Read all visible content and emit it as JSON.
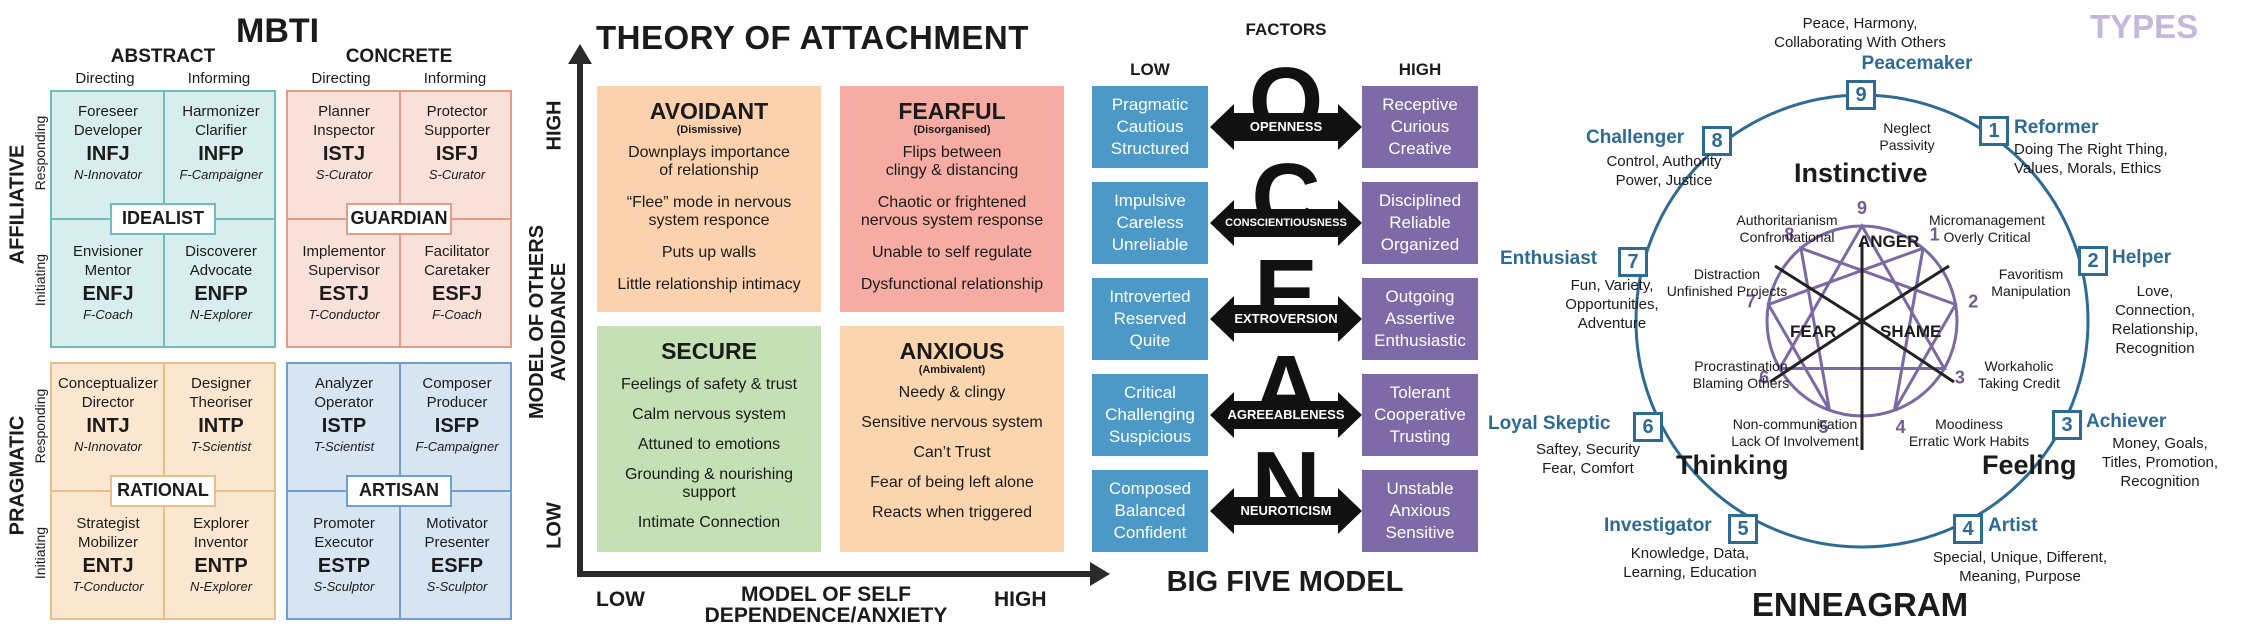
{
  "mbti": {
    "title": "MBTI",
    "abstract": "ABSTRACT",
    "concrete": "CONCRETE",
    "directing": "Directing",
    "informing": "Informing",
    "affiliative": "AFFILIATIVE",
    "pragmatic": "PRAGMATIC",
    "responding": "Responding",
    "initiating": "Initiating",
    "quadrants": [
      {
        "name": "IDEALIST",
        "border": "#6fbcbd",
        "fill": "#d8eeee",
        "cells": [
          {
            "roles": "Foreseer\nDeveloper",
            "type": "INFJ",
            "nick": "N-Innovator"
          },
          {
            "roles": "Harmonizer\nClarifier",
            "type": "INFP",
            "nick": "F-Campaigner"
          },
          {
            "roles": "Envisioner\nMentor",
            "type": "ENFJ",
            "nick": "F-Coach"
          },
          {
            "roles": "Discoverer\nAdvocate",
            "type": "ENFP",
            "nick": "N-Explorer"
          }
        ]
      },
      {
        "name": "GUARDIAN",
        "border": "#e39c88",
        "fill": "#f9e0d8",
        "cells": [
          {
            "roles": "Planner\nInspector",
            "type": "ISTJ",
            "nick": "S-Curator"
          },
          {
            "roles": "Protector\nSupporter",
            "type": "ISFJ",
            "nick": "S-Curator"
          },
          {
            "roles": "Implementor\nSupervisor",
            "type": "ESTJ",
            "nick": "T-Conductor"
          },
          {
            "roles": "Facilitator\nCaretaker",
            "type": "ESFJ",
            "nick": "F-Coach"
          }
        ]
      },
      {
        "name": "RATIONAL",
        "border": "#e8bf8a",
        "fill": "#fbe7cf",
        "cells": [
          {
            "roles": "Conceptualizer\nDirector",
            "type": "INTJ",
            "nick": "N-Innovator"
          },
          {
            "roles": "Designer\nTheoriser",
            "type": "INTP",
            "nick": "T-Scientist"
          },
          {
            "roles": "Strategist\nMobilizer",
            "type": "ENTJ",
            "nick": "T-Conductor"
          },
          {
            "roles": "Explorer\nInventor",
            "type": "ENTP",
            "nick": "N-Explorer"
          }
        ]
      },
      {
        "name": "ARTISAN",
        "border": "#6e9fd0",
        "fill": "#d7e5f3",
        "cells": [
          {
            "roles": "Analyzer\nOperator",
            "type": "ISTP",
            "nick": "T-Scientist"
          },
          {
            "roles": "Composer\nProducer",
            "type": "ISFP",
            "nick": "F-Campaigner"
          },
          {
            "roles": "Promoter\nExecutor",
            "type": "ESTP",
            "nick": "S-Sculptor"
          },
          {
            "roles": "Motivator\nPresenter",
            "type": "ESFP",
            "nick": "S-Sculptor"
          }
        ]
      }
    ]
  },
  "attachment": {
    "title": "THEORY OF ATTACHMENT",
    "y_axis": "MODEL OF OTHERS\nAVOIDANCE",
    "y_high": "HIGH",
    "y_low": "LOW",
    "x_axis": "MODEL OF SELF\nDEPENDENCE/ANXIETY",
    "x_low": "LOW",
    "x_high": "HIGH",
    "boxes": [
      {
        "name": "AVOIDANT",
        "sub": "(Dismissive)",
        "fill": "#fbd2ad",
        "items": [
          "Downplays importance\nof relationship",
          "“Flee” mode in nervous\nsystem responce",
          "Puts up walls",
          "Little relationship intimacy"
        ]
      },
      {
        "name": "FEARFUL",
        "sub": "(Disorganised)",
        "fill": "#f6aca3",
        "items": [
          "Flips between\nclingy & distancing",
          "Chaotic or frightened\nnervous system response",
          "Unable to self regulate",
          "Dysfunctional relationship"
        ]
      },
      {
        "name": "SECURE",
        "sub": "",
        "fill": "#c4e0b4",
        "items": [
          "Feelings of safety & trust",
          "Calm nervous system",
          "Attuned to emotions",
          "Grounding & nourishing\nsupport",
          "Intimate Connection"
        ]
      },
      {
        "name": "ANXIOUS",
        "sub": "(Ambivalent)",
        "fill": "#fbd5ae",
        "items": [
          "Needy & clingy",
          "Sensitive nervous system",
          "Can’t Trust",
          "Fear of being left alone",
          "Reacts when triggered"
        ]
      }
    ]
  },
  "ocean": {
    "factors": "FACTORS",
    "low": "LOW",
    "high": "HIGH",
    "title": "BIG FIVE MODEL",
    "low_color": "#4c98c6",
    "high_color": "#7f6aa8",
    "rows": [
      {
        "letter": "O",
        "name": "OPENNESS",
        "low": "Pragmatic\nCautious\nStructured",
        "high": "Receptive\nCurious\nCreative"
      },
      {
        "letter": "C",
        "name": "CONSCIENTIOUSNESS",
        "low": "Impulsive\nCareless\nUnreliable",
        "high": "Disciplined\nReliable\nOrganized"
      },
      {
        "letter": "E",
        "name": "EXTROVERSION",
        "low": "Introverted\nReserved\nQuite",
        "high": "Outgoing\nAssertive\nEnthusiastic"
      },
      {
        "letter": "A",
        "name": "AGREEABLENESS",
        "low": "Critical\nChallenging\nSuspicious",
        "high": "Tolerant\nCooperative\nTrusting"
      },
      {
        "letter": "N",
        "name": "NEUROTICISM",
        "low": "Composed\nBalanced\nConfident",
        "high": "Unstable\nAnxious\nSensitive"
      }
    ]
  },
  "enneagram": {
    "types_label": "TYPES",
    "title": "ENNEAGRAM",
    "instinctive": "Instinctive",
    "thinking": "Thinking",
    "feeling": "Feeling",
    "anger": "ANGER",
    "fear": "FEAR",
    "shame": "SHAME",
    "types": [
      {
        "num": "1",
        "name": "Reformer",
        "desc": "Doing The Right Thing,\nValues, Morals, Ethics",
        "inner": "Micromanagement\nOverly Critical"
      },
      {
        "num": "2",
        "name": "Helper",
        "desc": "Love,\nConnection,\nRelationship,\nRecognition",
        "inner": "Favoritism\nManipulation"
      },
      {
        "num": "3",
        "name": "Achiever",
        "desc": "Money, Goals,\nTitles, Promotion,\nRecognition",
        "inner": "Workaholic\nTaking Credit"
      },
      {
        "num": "4",
        "name": "Artist",
        "desc": "Special, Unique, Different,\nMeaning, Purpose",
        "inner": "Moodiness\nErratic Work Habits"
      },
      {
        "num": "5",
        "name": "Investigator",
        "desc": "Knowledge, Data,\nLearning, Education",
        "inner": "Non-communication\nLack Of Involvement"
      },
      {
        "num": "6",
        "name": "Loyal Skeptic",
        "desc": "Saftey, Security\nFear, Comfort",
        "inner": "Procrastination\nBlaming Others"
      },
      {
        "num": "7",
        "name": "Enthusiast",
        "desc": "Fun, Variety,\nOpportunities,\nAdventure",
        "inner": "Distraction\nUnfinished Projects"
      },
      {
        "num": "8",
        "name": "Challenger",
        "desc": "Control, Authority\nPower, Justice",
        "inner": "Authoritarianism\nConfrontational"
      },
      {
        "num": "9",
        "name": "Peacemaker",
        "desc": "Peace, Harmony,\nCollaborating With Others",
        "inner": "Neglect\nPassivity"
      }
    ]
  }
}
